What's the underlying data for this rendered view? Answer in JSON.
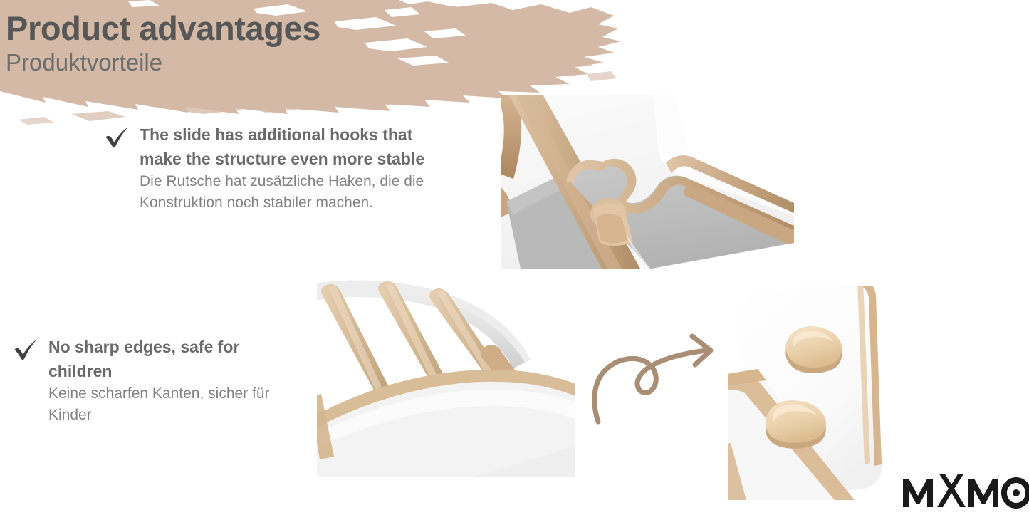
{
  "header": {
    "title_en": "Product advantages",
    "title_de": "Produktvorteile",
    "band_color": "#d3b9a6"
  },
  "bullets": [
    {
      "icon": "check-icon",
      "title": "The slide has additional hooks that make the structure even more stable",
      "subtitle": "Die Rutsche hat zusätzliche Haken, die die Konstruktion noch stabiler machen."
    },
    {
      "icon": "check-icon",
      "title": "No sharp edges, safe for children",
      "subtitle": "Keine scharfen Kanten, sicher für Kinder"
    }
  ],
  "photos": [
    {
      "name": "slide-hooks-photo",
      "caption": "Close-up of wooden slide hooks resting on a grey-white board"
    },
    {
      "name": "climbing-arch-photo",
      "caption": "Curved climbing arch with rounded wooden rungs"
    },
    {
      "name": "climbing-holds-photo",
      "caption": "Two rounded wooden climbing holds on a white panel"
    }
  ],
  "decor": {
    "arrow": "curly-arrow-icon",
    "arrow_color": "#a98d74"
  },
  "brand": {
    "name": "MAMOI",
    "color": "#1a1a1a"
  },
  "colors": {
    "accent_beige": "#d3b9a6",
    "heading_grey": "#575757",
    "body_grey": "#828282",
    "bold_grey": "#6a6a6a"
  }
}
